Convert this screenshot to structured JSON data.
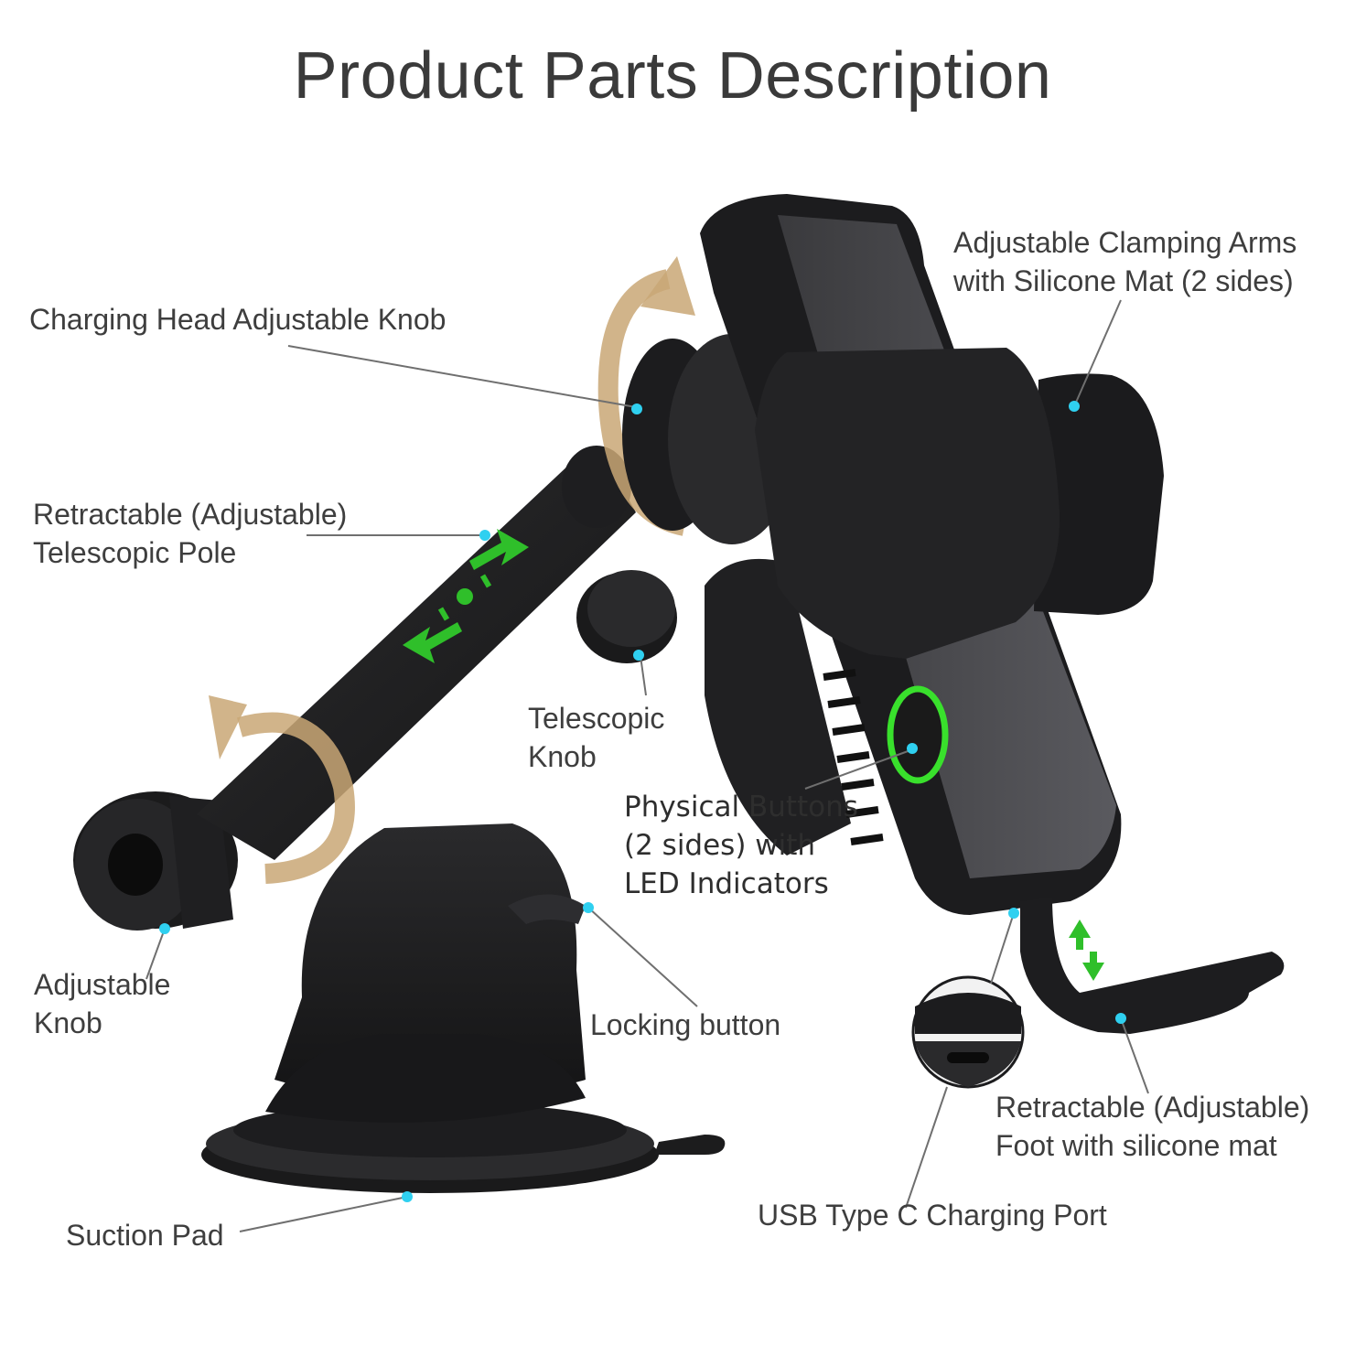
{
  "title": "Product Parts Description",
  "colors": {
    "leader_line": "#6f6f6f",
    "marker_dot": "#2fd0f0",
    "led_green": "#39e02c",
    "rotation_arrow": "#c9a776",
    "device_dark": "#1f1f21",
    "device_grey": "#4a4a4e"
  },
  "labels": {
    "charging_head_knob": {
      "lines": [
        "Charging Head Adjustable Knob"
      ]
    },
    "clamping_arms": {
      "lines": [
        "Adjustable Clamping Arms",
        "with Silicone Mat (2 sides)"
      ]
    },
    "telescopic_pole": {
      "lines": [
        "Retractable (Adjustable)",
        "Telescopic Pole"
      ]
    },
    "telescopic_knob": {
      "lines": [
        "Telescopic",
        "Knob"
      ]
    },
    "physical_buttons": {
      "lines": [
        "Physical Buttons",
        "(2 sides) with",
        "LED Indicators"
      ]
    },
    "adjustable_knob": {
      "lines": [
        "Adjustable",
        "Knob"
      ]
    },
    "locking_button": {
      "lines": [
        "Locking button"
      ]
    },
    "retractable_foot": {
      "lines": [
        "Retractable (Adjustable)",
        "Foot with silicone mat"
      ]
    },
    "usb_port": {
      "lines": [
        "USB Type C Charging Port"
      ]
    },
    "suction_pad": {
      "lines": [
        "Suction Pad"
      ]
    }
  }
}
